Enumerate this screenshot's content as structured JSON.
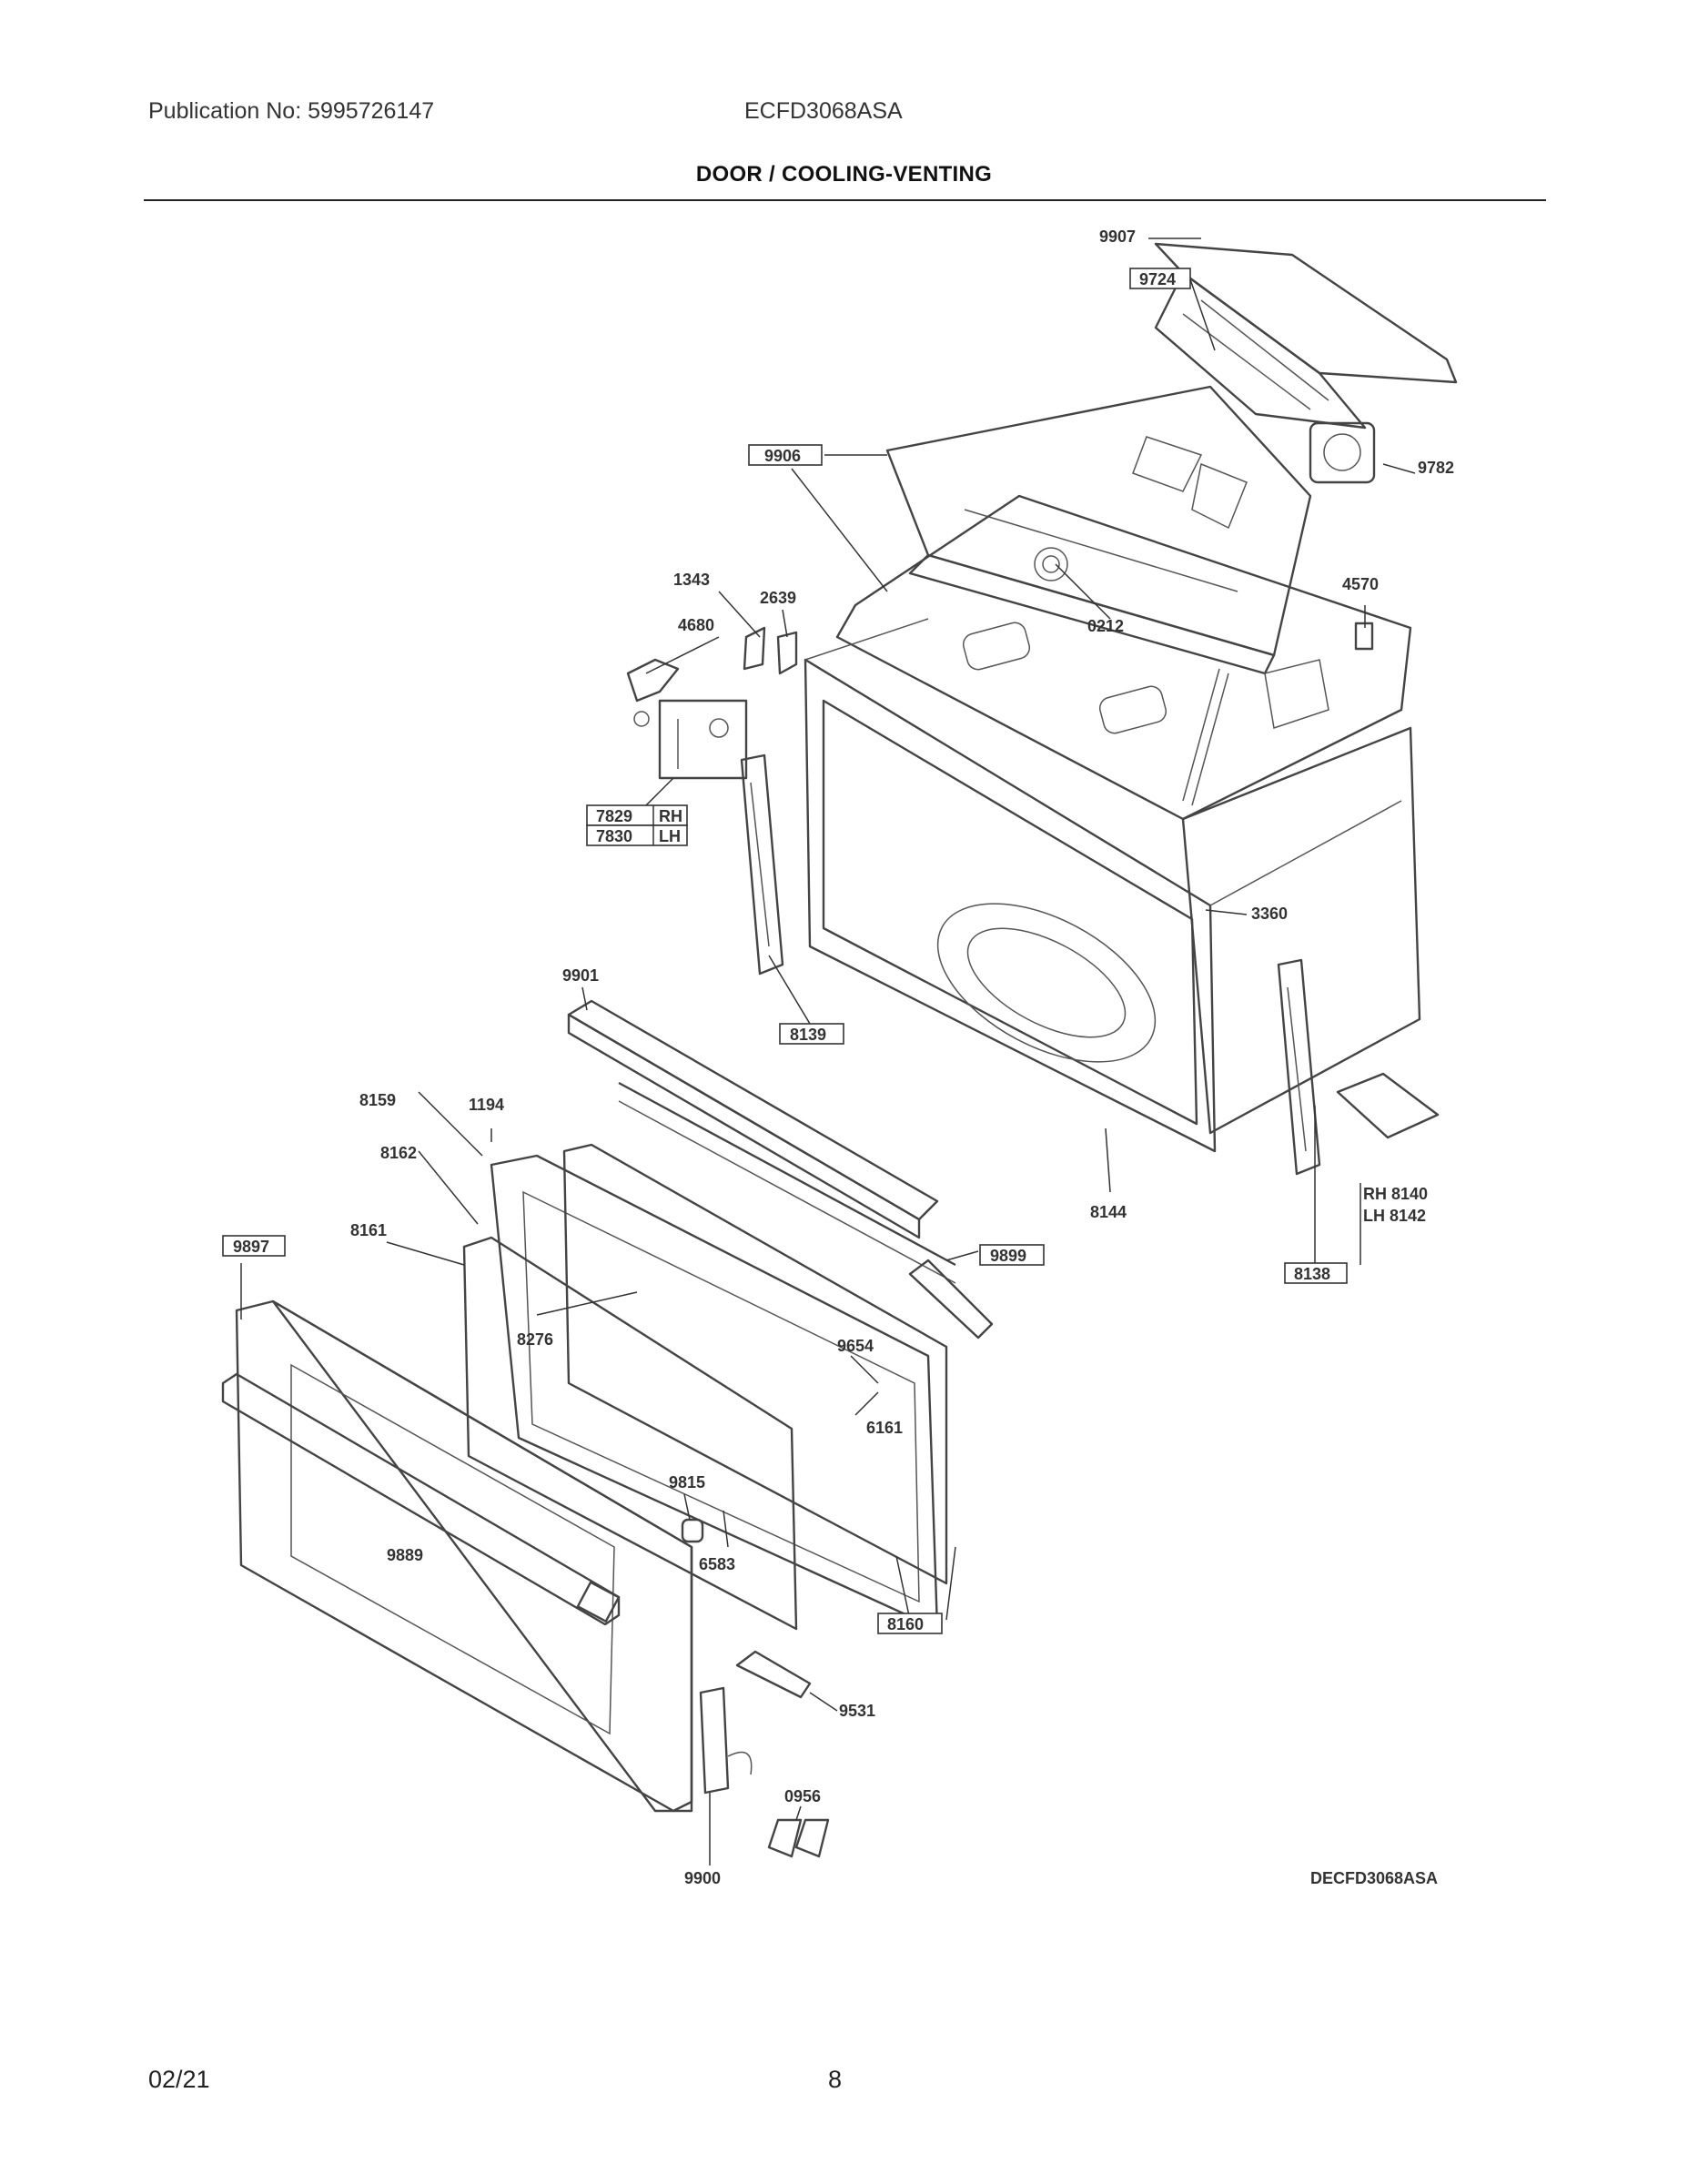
{
  "header": {
    "publication": "Publication No: 5995726147",
    "model": "ECFD3068ASA"
  },
  "section_title": "DOOR / COOLING-VENTING",
  "diagram_code": "DECFD3068ASA",
  "footer": {
    "date": "02/21",
    "page": "8"
  },
  "callouts": {
    "c9907": "9907",
    "c9724": "9724",
    "c9906": "9906",
    "c9782": "9782",
    "c1343": "1343",
    "c2639": "2639",
    "c4680": "4680",
    "c0212": "0212",
    "c4570": "4570",
    "c7829": "7829",
    "c7830": "7830",
    "rh": "RH",
    "lh": "LH",
    "c3360": "3360",
    "c9901": "9901",
    "c8139": "8139",
    "c8159": "8159",
    "c1194": "1194",
    "c8162": "8162",
    "c8144": "8144",
    "c8161": "8161",
    "c9897": "9897",
    "c9899": "9899",
    "c8140": "RH 8140",
    "c8142": "LH 8142",
    "c8138": "8138",
    "c8276": "8276",
    "c9654": "9654",
    "c6161": "6161",
    "c9815": "9815",
    "c9889": "9889",
    "c6583": "6583",
    "c8160": "8160",
    "c9531": "9531",
    "c0956": "0956",
    "c9900": "9900"
  }
}
